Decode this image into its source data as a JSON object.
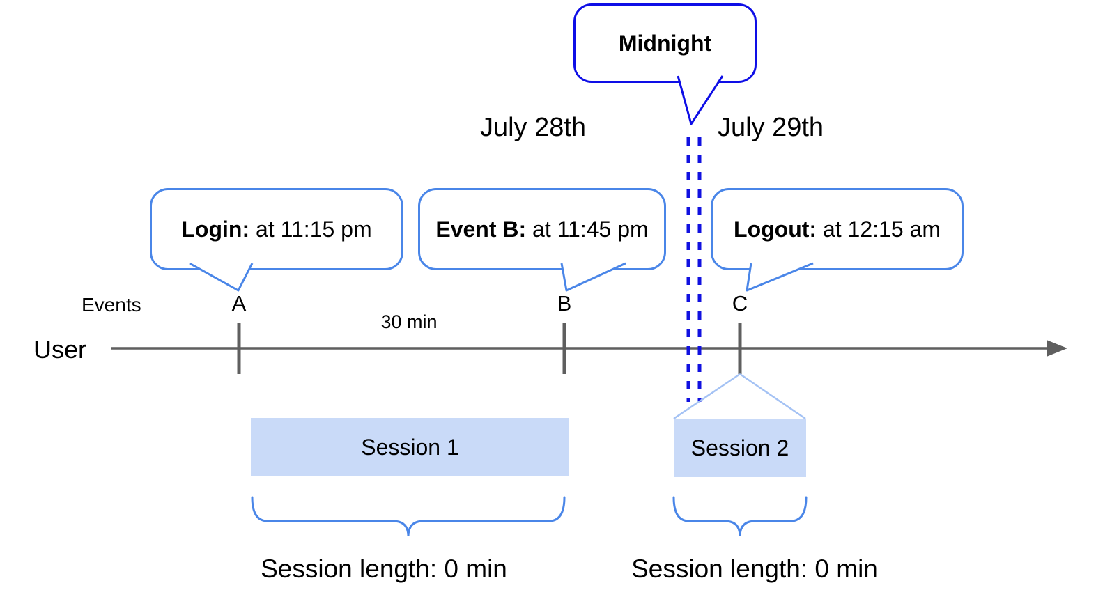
{
  "diagram": {
    "midnight_bubble": {
      "label": "Midnight"
    },
    "dates": {
      "left": "July 28th",
      "right": "July 29th"
    },
    "axis": {
      "events_label": "Events",
      "user_label": "User",
      "interval_label": "30 min"
    },
    "events": [
      {
        "id": "A",
        "bubble_bold": "Login:",
        "bubble_rest": " at 11:15 pm"
      },
      {
        "id": "B",
        "bubble_bold": "Event B:",
        "bubble_rest": " at 11:45 pm"
      },
      {
        "id": "C",
        "bubble_bold": "Logout:",
        "bubble_rest": " at 12:15 am"
      }
    ],
    "sessions": [
      {
        "label": "Session 1",
        "length_label": "Session length: 0 min"
      },
      {
        "label": "Session 2",
        "length_label": "Session length: 0 min"
      }
    ],
    "colors": {
      "dark_blue": "#0e0ee6",
      "cornflower_blue": "#4a86e8",
      "light_blue_fill": "#c9daf8",
      "light_blue_line": "#a4c2f4",
      "axis_gray": "#5f5f5f",
      "text_black": "#000000"
    }
  }
}
